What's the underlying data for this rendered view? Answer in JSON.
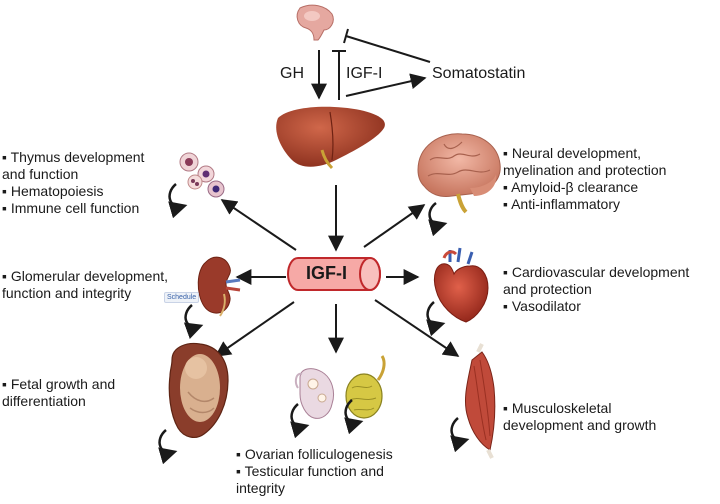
{
  "colors": {
    "cylinder": "#f6a9a6",
    "cylinder_edge": "#c0282b",
    "liver": "#b0452c",
    "arrow": "#1a1a1a"
  },
  "axis": {
    "gh": "GH",
    "igf": "IGF-I",
    "somatostatin": "Somatostatin"
  },
  "center_label": "IGF-I",
  "tag_text": "Schedule",
  "groups": {
    "thymus": [
      "▪ Thymus development",
      "and function",
      "▪ Hematopoiesis",
      "▪ Immune cell function"
    ],
    "brain": [
      "▪ Neural development,",
      "myelination and protection",
      "▪ Amyloid-β clearance",
      "▪ Anti-inflammatory"
    ],
    "kidney": [
      "▪ Glomerular development,",
      "function and integrity"
    ],
    "heart": [
      "▪ Cardiovascular development",
      "and protection",
      "▪ Vasodilator"
    ],
    "fetal": [
      "▪ Fetal growth and",
      "differentiation"
    ],
    "muscle": [
      "▪ Musculoskeletal",
      "development and growth"
    ],
    "gonads": [
      "▪ Ovarian folliculogenesis",
      "▪ Testicular function and",
      "integrity"
    ]
  },
  "icons": [
    "pituitary-icon",
    "liver-icon",
    "immune-cells-icon",
    "brain-icon",
    "kidney-icon",
    "heart-icon",
    "fetus-icon",
    "ovary-icon",
    "testis-icon",
    "muscle-icon",
    "curved-arrow-icon"
  ]
}
